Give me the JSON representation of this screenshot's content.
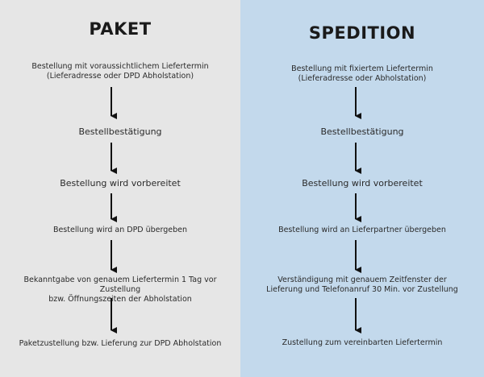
{
  "left": {
    "title": "PAKET",
    "steps": [
      "Bestellung mit voraussichtlichem Liefertermin\n(Lieferadresse oder DPD Abholstation)",
      "Bestellbestätigung",
      "Bestellung wird vorbereitet",
      "Bestellung wird an DPD übergeben",
      "Bekanntgabe von genauem Liefertermin 1 Tag vor Zustellung\nbzw. Öffnungszeiten der Abholstation",
      "Paketzustellung bzw. Lieferung zur DPD Abholstation"
    ]
  },
  "right": {
    "title": "SPEDITION",
    "steps": [
      "Bestellung mit fixiertem Liefertermin\n(Lieferadresse oder Abholstation)",
      "Bestellbestätigung",
      "Bestellung wird vorbereitet",
      "Bestellung wird an Lieferpartner übergeben",
      "Verständigung mit genauem Zeitfenster der\nLieferung und Telefonanruf 30 Min. vor Zustellung",
      "Zustellung zum vereinbarten Liefertermin"
    ]
  },
  "colors": {
    "left_bg": "#e6e6e6",
    "right_bg": "#c3d9ec",
    "arrow": "#111111"
  }
}
